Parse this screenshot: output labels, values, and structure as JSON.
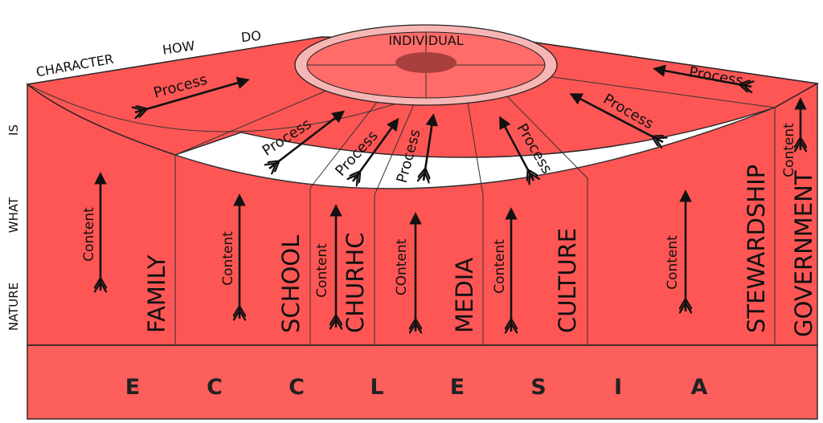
{
  "colors": {
    "face": "#fe5654",
    "base": "#fd5f5c",
    "ellipse_ring": "#f7b6b4",
    "ellipse_inner": "#ff6c69",
    "core": "#a93f3e"
  },
  "side_labels": [
    "IS",
    "WHAT",
    "NATURE"
  ],
  "top_labels": [
    "CHARACTER",
    "HOW",
    "DO"
  ],
  "center_label": "INDIVIDUAL",
  "arrow_label_process": "Process",
  "sections": [
    {
      "name": "FAMILY",
      "content_label": "Content"
    },
    {
      "name": "SCHOOL",
      "content_label": "Content"
    },
    {
      "name": "CHURHC",
      "content_label": "Content"
    },
    {
      "name": "MEDIA",
      "content_label": "COntent"
    },
    {
      "name": "CULTURE",
      "content_label": "Content"
    },
    {
      "name": "STEWARDSHIP",
      "content_label": "Content"
    },
    {
      "name": "GOVERNMENT",
      "content_label": "Content"
    }
  ],
  "base_label_letters": [
    "E",
    "C",
    "C",
    "L",
    "E",
    "S",
    "I",
    "A"
  ]
}
